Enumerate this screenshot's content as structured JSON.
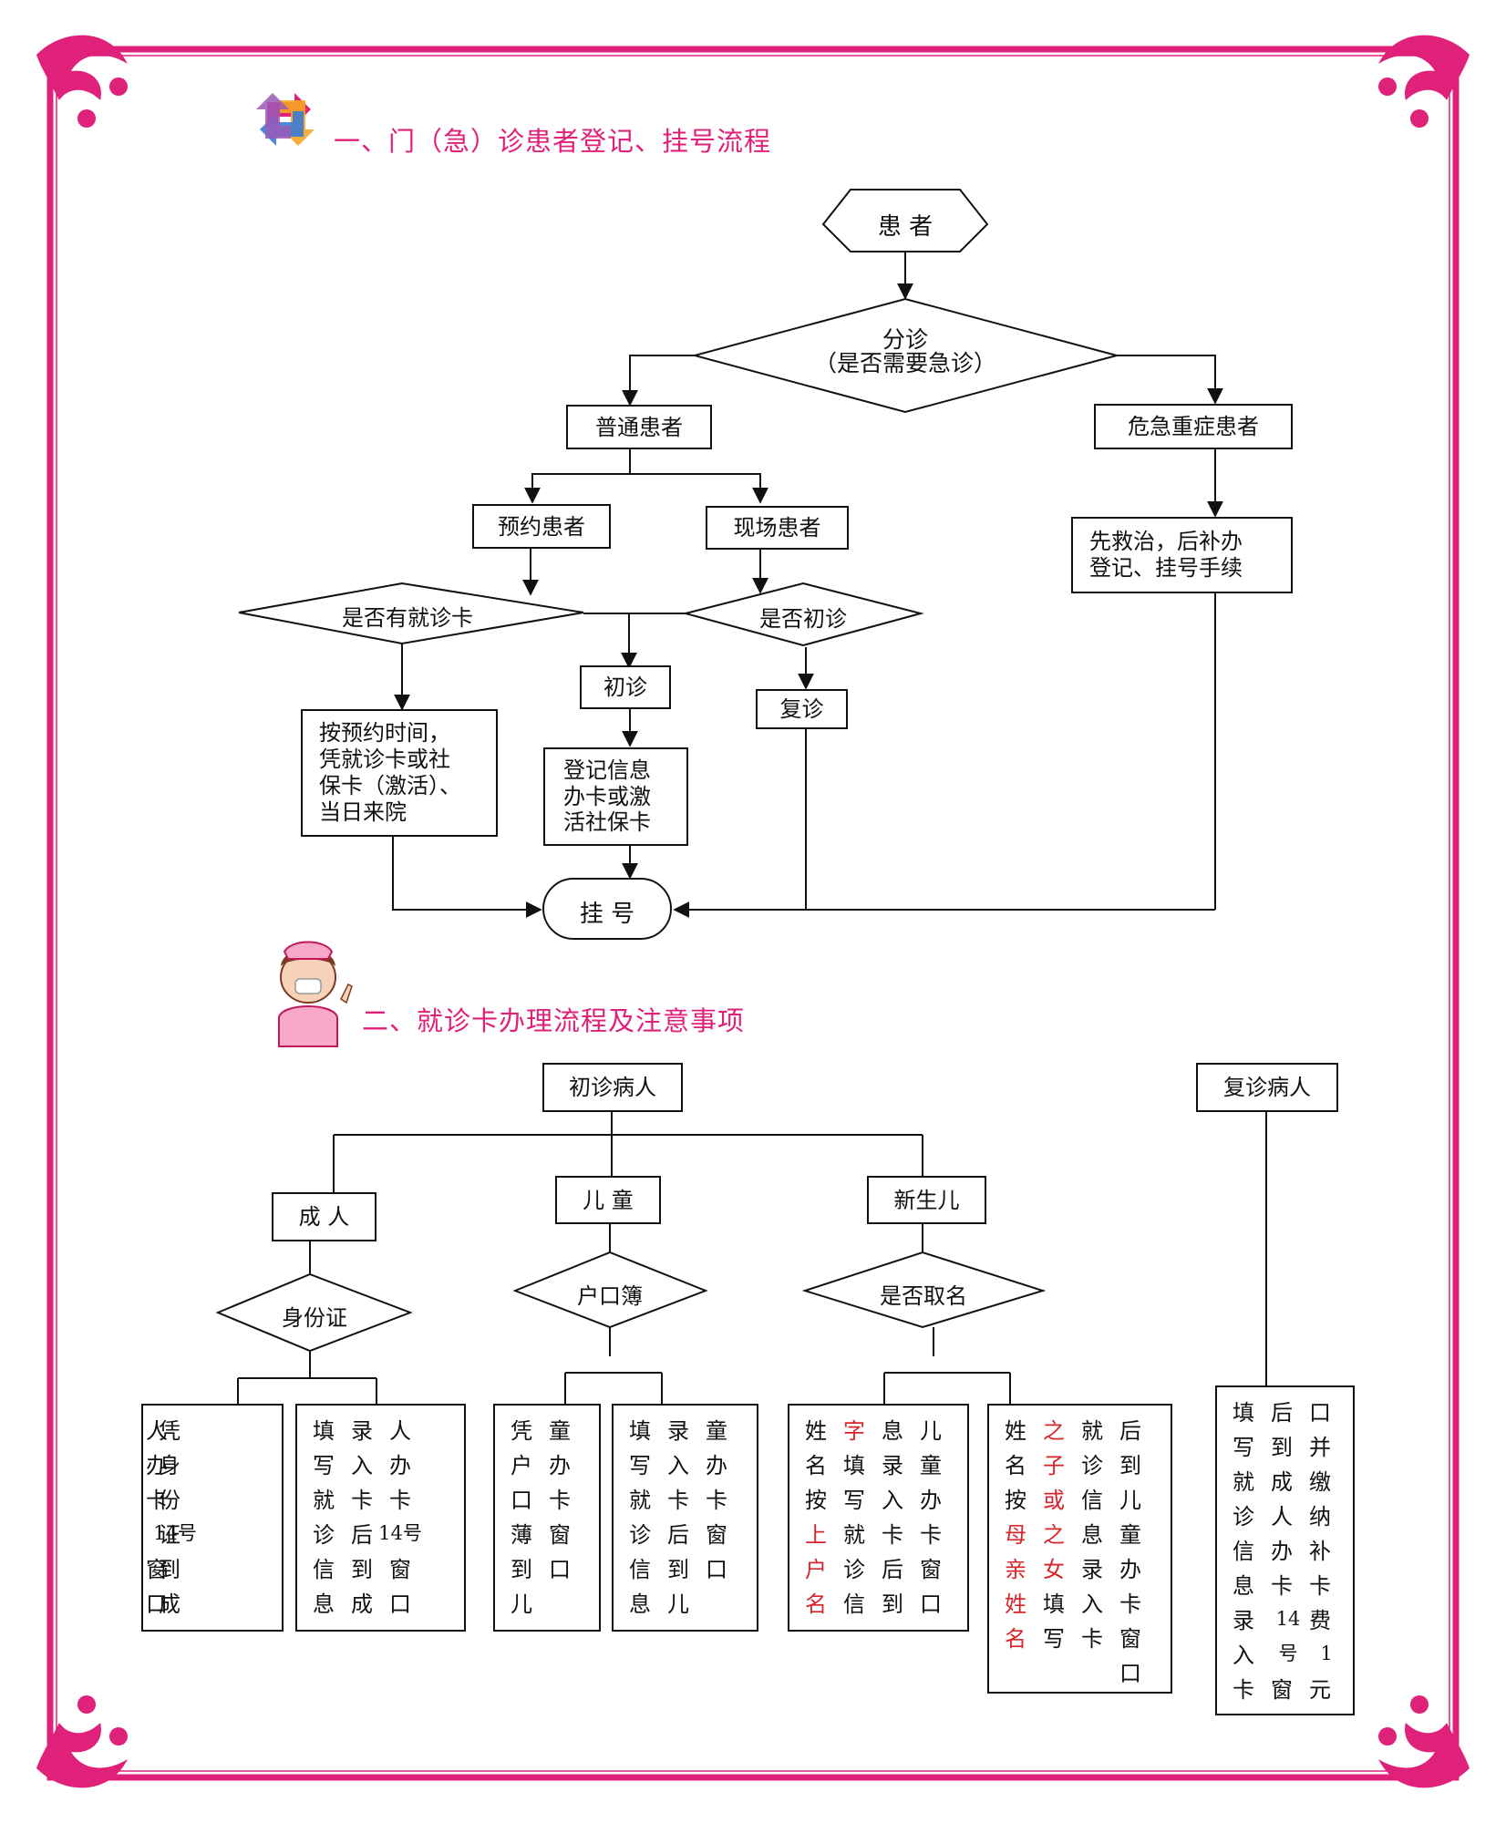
{
  "colors": {
    "border": "#e0217a",
    "title": "#e0217a",
    "line": "#111111",
    "accent_red": "#d6262b"
  },
  "section1": {
    "title": "一、门（急）诊患者登记、挂号流程",
    "nodes": {
      "patient": "患 者",
      "triage_title": "分诊",
      "triage_sub": "（是否需要急诊）",
      "ordinary": "普通患者",
      "critical": "危急重症患者",
      "appointment": "预约患者",
      "walkin": "现场患者",
      "treat_first_1": "先救治，后补办",
      "treat_first_2": "登记、挂号手续",
      "has_card": "是否有就诊卡",
      "is_first": "是否初诊",
      "first_visit": "初诊",
      "return_visit": "复诊",
      "by_time_1": "按预约时间，",
      "by_time_2": "凭就诊卡或社",
      "by_time_3": "保卡（激活）、",
      "by_time_4": "当日来院",
      "register_1": "登记信息",
      "register_2": "办卡或激",
      "register_3": "活社保卡",
      "guahao": "挂 号"
    }
  },
  "section2": {
    "title": "二、就诊卡办理流程及注意事项",
    "nodes": {
      "first_patient": "初诊病人",
      "return_patient": "复诊病人",
      "adult": "成 人",
      "child": "儿 童",
      "newborn": "新生儿",
      "id_card": "身份证",
      "hukou": "户口簿",
      "named": "是否取名"
    },
    "columns": [
      {
        "id": "col1",
        "cells": [
          [
            "凭",
            "",
            "人"
          ],
          [
            "身",
            "",
            "办"
          ],
          [
            "份",
            "",
            "卡"
          ],
          [
            "证",
            "",
            "14号"
          ],
          [
            "到",
            "",
            "窗"
          ],
          [
            "成",
            "",
            "口"
          ]
        ]
      },
      {
        "id": "col2",
        "cells": [
          [
            "填",
            "录",
            "人"
          ],
          [
            "写",
            "入",
            "办"
          ],
          [
            "就",
            "卡",
            "卡"
          ],
          [
            "诊",
            "后",
            "14号"
          ],
          [
            "信",
            "到",
            "窗"
          ],
          [
            "息",
            "成",
            "口"
          ]
        ]
      },
      {
        "id": "col3",
        "cells": [
          [
            "凭",
            "童"
          ],
          [
            "户",
            "办"
          ],
          [
            "口",
            "卡"
          ],
          [
            "薄",
            "窗"
          ],
          [
            "到",
            "口"
          ],
          [
            "儿",
            ""
          ]
        ]
      },
      {
        "id": "col4",
        "cells": [
          [
            "填",
            "录",
            "童"
          ],
          [
            "写",
            "入",
            "办"
          ],
          [
            "就",
            "卡",
            "卡"
          ],
          [
            "诊",
            "后",
            "窗"
          ],
          [
            "信",
            "到",
            "口"
          ],
          [
            "息",
            "儿",
            ""
          ]
        ]
      },
      {
        "id": "col5",
        "cells": [
          [
            "姓",
            "字",
            "息",
            "儿"
          ],
          [
            "名",
            "填",
            "录",
            "童"
          ],
          [
            "按",
            "写",
            "入",
            "办"
          ],
          [
            "上",
            "就",
            "卡",
            "卡"
          ],
          [
            "户",
            "诊",
            "后",
            "窗"
          ],
          [
            "名",
            "信",
            "到",
            "口"
          ]
        ]
      },
      {
        "id": "col6",
        "cells": [
          [
            "姓",
            "之",
            "就",
            "后"
          ],
          [
            "名",
            "子",
            "诊",
            "到"
          ],
          [
            "按",
            "或",
            "信",
            "儿"
          ],
          [
            "母",
            "之",
            "息",
            "童"
          ],
          [
            "亲",
            "女",
            "录",
            "办"
          ],
          [
            "姓",
            "填",
            "入",
            "卡"
          ],
          [
            "名",
            "写",
            "卡",
            "窗"
          ],
          [
            "",
            "",
            "",
            "口"
          ]
        ]
      },
      {
        "id": "col7",
        "cells": [
          [
            "填",
            "后",
            "口"
          ],
          [
            "写",
            "到",
            "并"
          ],
          [
            "就",
            "成",
            "缴"
          ],
          [
            "诊",
            "人",
            "纳"
          ],
          [
            "信",
            "办",
            "补"
          ],
          [
            "息",
            "卡",
            "卡"
          ],
          [
            "录",
            "14",
            "费"
          ],
          [
            "入",
            "号",
            "1"
          ],
          [
            "卡",
            "窗",
            "元"
          ]
        ]
      }
    ]
  }
}
